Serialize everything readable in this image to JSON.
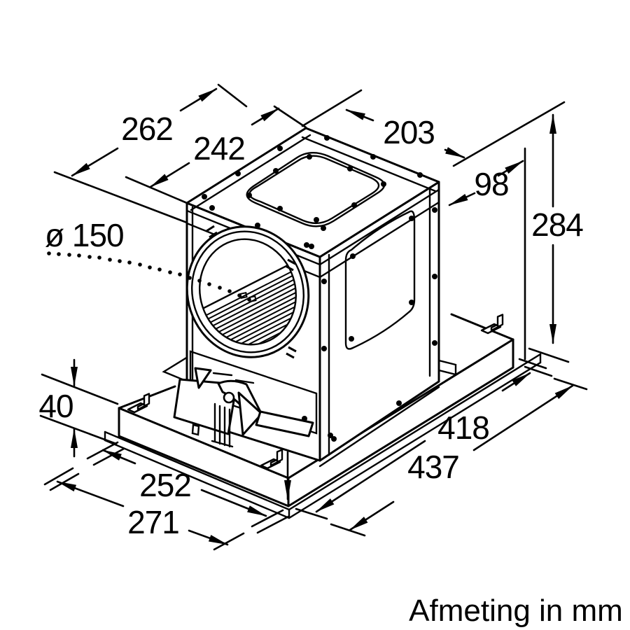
{
  "caption": "Afmeting in mm",
  "colors": {
    "line": "#000000",
    "background": "#ffffff"
  },
  "dimensions": {
    "top_width_outer": "262",
    "top_width_inner": "242",
    "top_depth": "203",
    "side_offset": "98",
    "housing_height": "284",
    "duct_diameter": "ø 150",
    "plate_thickness": "40",
    "base_length_inner": "418",
    "base_length_outer": "437",
    "base_depth_inner": "252",
    "base_depth_outer": "271"
  }
}
